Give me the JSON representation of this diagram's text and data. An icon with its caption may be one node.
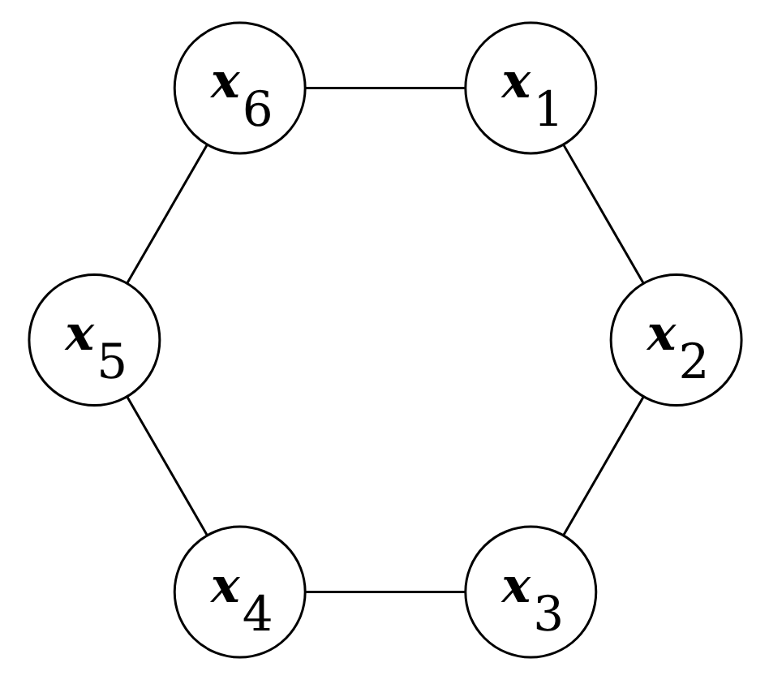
{
  "diagram": {
    "nodes": [
      {
        "text": [
          "x$_{3}$"
        ]
      },
      {
        "text": [
          "x$_{2}$"
        ]
      },
      {
        "text": [
          "x$_{4}$"
        ]
      },
      {
        "text": [
          "x$_{1}$"
        ]
      },
      {
        "text": [
          "x$_{5}$"
        ]
      },
      {
        "text": [
          "x$_{6}$"
        ]
      }
    ],
    "edges": [
      {
        "from": 3,
        "to": 1,
        "arrow": "none"
      },
      {
        "from": 1,
        "to": 0,
        "arrow": "none"
      },
      {
        "from": 0,
        "to": 2,
        "arrow": "none"
      },
      {
        "from": 2,
        "to": 4,
        "arrow": "none"
      },
      {
        "from": 4,
        "to": 5,
        "arrow": "none"
      },
      {
        "from": 5,
        "to": 3,
        "arrow": "none"
      }
    ]
  }
}
